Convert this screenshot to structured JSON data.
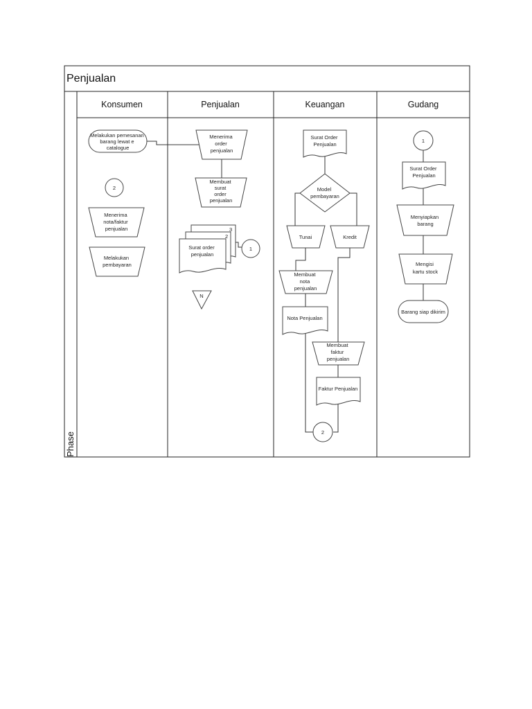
{
  "diagram": {
    "title": "Penjualan",
    "phase_label": "Phase",
    "lanes": [
      "Konsumen",
      "Penjualan",
      "Keuangan",
      "Gudang"
    ],
    "nodes": {
      "k_pesan": [
        "Melakukan pemesanan",
        "barang lewat e",
        "catalogue"
      ],
      "k_con2": [
        "2"
      ],
      "k_terima": [
        "Menerima",
        "nota/faktur",
        "penjualan"
      ],
      "k_bayar": [
        "Melakukan",
        "pembayaran"
      ],
      "p_terima": [
        "Menerima",
        "order",
        "penjualan"
      ],
      "p_buat": [
        "Membuat",
        "surat",
        "order",
        "penjualan"
      ],
      "p_doc_nums": [
        "3",
        "2"
      ],
      "p_surat": [
        "Surat order",
        "penjualan"
      ],
      "p_con1": [
        "1"
      ],
      "p_file": [
        "N"
      ],
      "ku_surat": [
        "Surat Order",
        "Penjualan"
      ],
      "ku_model": [
        "Model",
        "pembayaran"
      ],
      "ku_tunai": [
        "Tunai"
      ],
      "ku_kredit": [
        "Kredit"
      ],
      "ku_nota_proc": [
        "Membuat",
        "nota",
        "penjualan"
      ],
      "ku_nota_doc": [
        "Nota Penjualan"
      ],
      "ku_faktur_proc": [
        "Membuat",
        "faktur",
        "penjualan"
      ],
      "ku_faktur_doc": [
        "Faktur Penjualan"
      ],
      "ku_con2": [
        "2"
      ],
      "g_con1": [
        "1"
      ],
      "g_surat": [
        "Surat Order",
        "Penjualan"
      ],
      "g_siap": [
        "Menyiapkan",
        "barang"
      ],
      "g_kartu": [
        "Mengisi",
        "kartu stock"
      ],
      "g_kirim": [
        "Barang siap dikirim"
      ]
    }
  }
}
